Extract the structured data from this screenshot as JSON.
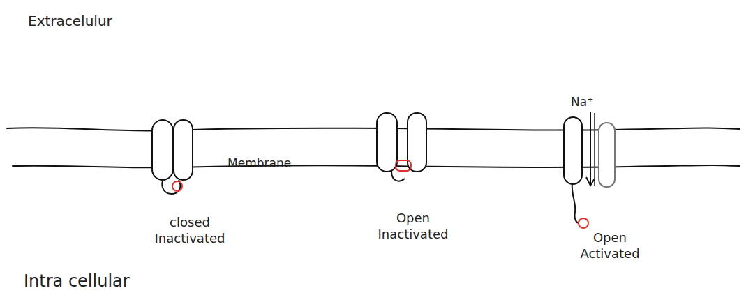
{
  "diagram": {
    "labels": [
      "Extracelulur",
      "Intra cellular",
      "Membrane",
      "Na⁺",
      "closed Inactivated",
      "Open Inactivated",
      "Open Activated"
    ]
  }
}
